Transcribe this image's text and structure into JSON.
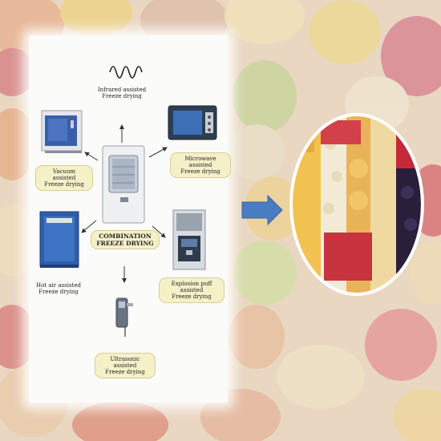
{
  "center": {
    "line1": "COMBINATION",
    "line2": "FREEZE DRYING"
  },
  "methods": [
    {
      "key": "infrared",
      "line1": "Infrared assisted",
      "line2": "Freeze drying"
    },
    {
      "key": "microwave",
      "line1": "Microwave assisted",
      "line2": "Freeze drying"
    },
    {
      "key": "vacuum",
      "line1": "Vacuum assisted",
      "line2": "Freeze drying"
    },
    {
      "key": "hotair",
      "line1": "Hot air assisted",
      "line2": "Freeze drying"
    },
    {
      "key": "explosion",
      "line1": "Explosion puff assisted",
      "line2": "Freeze drying"
    },
    {
      "key": "ultrasonic",
      "line1": "Ultrasonic assisted",
      "line2": "Freeze drying"
    }
  ],
  "colors": {
    "arrow": "#4a7cc2",
    "label_bg": "#f6f0c9",
    "device_blue": "#3a5fa8"
  },
  "icons": [
    "wave-icon",
    "oven-icon",
    "microwave-icon",
    "freeze-dryer-icon",
    "explosion-puff-icon",
    "ultrasonic-probe-icon",
    "food-bowl-icon"
  ]
}
